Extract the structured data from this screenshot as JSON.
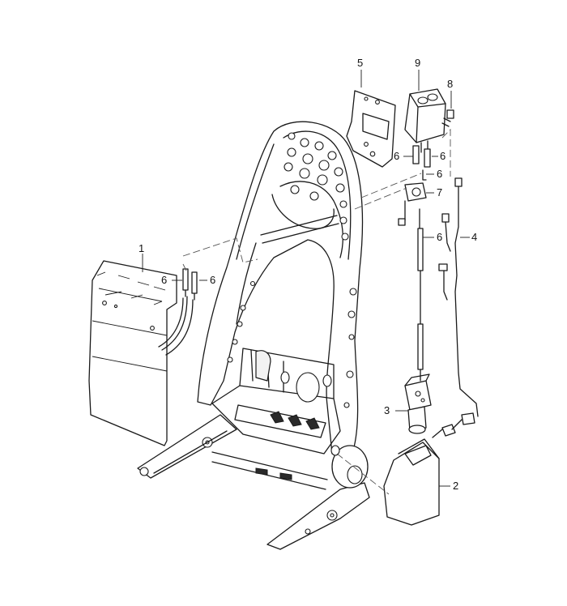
{
  "callouts": {
    "p1": "1",
    "p2": "2",
    "p3": "3",
    "p4": "4",
    "p5": "5",
    "p6a": "6",
    "p6b": "6",
    "p6c": "6",
    "p6d": "6",
    "p6e": "6",
    "p6f": "6",
    "p7": "7",
    "p8": "8",
    "p9": "9"
  }
}
